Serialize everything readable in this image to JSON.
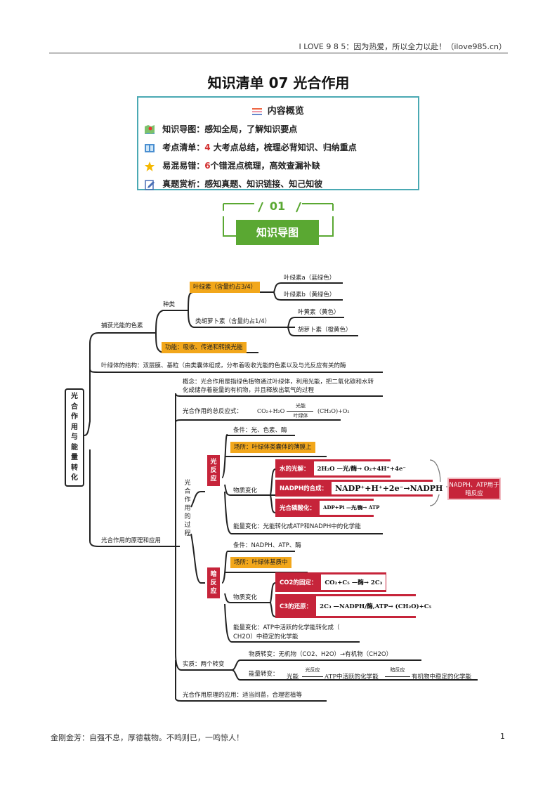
{
  "header": {
    "text": "I LOVE 9 8 5：因为热爱，所以全力以赴！（ilove985.cn）"
  },
  "title": "知识清单 07  光合作用",
  "overview": {
    "heading": "内容概览",
    "rows": [
      {
        "label": "知识导图：",
        "num": "",
        "text": "感知全局，了解知识要点"
      },
      {
        "label": "考点清单：",
        "num": "4",
        "text": "大考点总结，梳理必背知识、归纳重点"
      },
      {
        "label": "易混易错：",
        "num": "6",
        "text": "个错混点梳理，高效查漏补缺"
      },
      {
        "label": "真题赏析：",
        "num": "",
        "text": "感知真题、知识链接、知己知彼"
      }
    ]
  },
  "section": {
    "num": "01",
    "label": "知识导图"
  },
  "mindmap": {
    "root": "光合作用与能量转化",
    "n1": "捕获光能的色素",
    "n1a": "种类",
    "n1a1": "叶绿素（含量约占3/4）",
    "n1a1a": "叶绿素a（蓝绿色）",
    "n1a1b": "叶绿素b（黄绿色）",
    "n1a2": "类胡萝卜素（含量约占1/4）",
    "n1a2a": "叶黄素（黄色）",
    "n1a2b": "胡萝卜素（橙黄色）",
    "n1b": "功能：吸收、传递和转换光能",
    "n2": "叶绿体的结构：双层膜、基粒（由类囊体组成，分布着吸收光能的色素以及与光反应有关的酶",
    "n3": "光合作用的原理和应用",
    "concept1": "概念：光合作用是指绿色植物通过叶绿体，利用光能，把二氧化碳和水转",
    "concept2": "化成储存着能量的有机物，并且释放出氧气的过程",
    "eq_label": "光合作用的总反应式：",
    "eq_left": "CO₂+H₂O",
    "eq_top": "光能",
    "eq_bot": "叶绿体",
    "eq_right": "(CH₂O)+O₂",
    "process": "光合作用的过程",
    "light": "光反应",
    "l_cond": "条件：光、色素、酶",
    "l_place": "场所：叶绿体类囊体的薄膜上",
    "l_matter": "物质变化",
    "l_r1": "水的光解：",
    "l_r1f": "2H₂O —光/酶→ O₂+4H⁺+4e⁻",
    "l_r2": "NADPH的合成：",
    "l_r2f": "NADP⁺+H⁺+2e⁻→NADPH",
    "l_r3": "光合磷酸化：",
    "l_r3f": "ADP+Pi —光/酶→ ATP",
    "l_energy": "能量变化：光能转化成ATP和NADPH中的化学能",
    "note": "NADPH、ATP用于暗反应",
    "dark": "暗反应",
    "d_cond": "条件：NADPH、ATP、酶",
    "d_place": "场所：叶绿体基质中",
    "d_matter": "物质变化",
    "d_r1": "CO2的固定：",
    "d_r1f": "CO₂+C₅ —酶→ 2C₃",
    "d_r2": "C3的还原：",
    "d_r2f": "2C₃ —NADPH/酶,ATP→ (CH₂O)+C₅",
    "d_energy1": "能量变化：ATP中活跃的化学能转化成（",
    "d_energy2": "CH2O）中稳定的化学能",
    "essence": "实质：两个转变",
    "e1": "物质转变：无机物（CO2、H2O）→有机物（CH2O）",
    "e2": "能量转变：",
    "e2a": "光能",
    "e2a_top": "光反应",
    "e2b": "ATP中活跃的化学能",
    "e2b_top": "暗反应",
    "e2c": "有机物中稳定的化学能",
    "app": "光合作用原理的应用：适当间苗，合理密植等"
  },
  "footer": {
    "motto": "金刚金芳：自强不息，厚德载物。不鸣则已，一鸣惊人！",
    "page": "1"
  }
}
